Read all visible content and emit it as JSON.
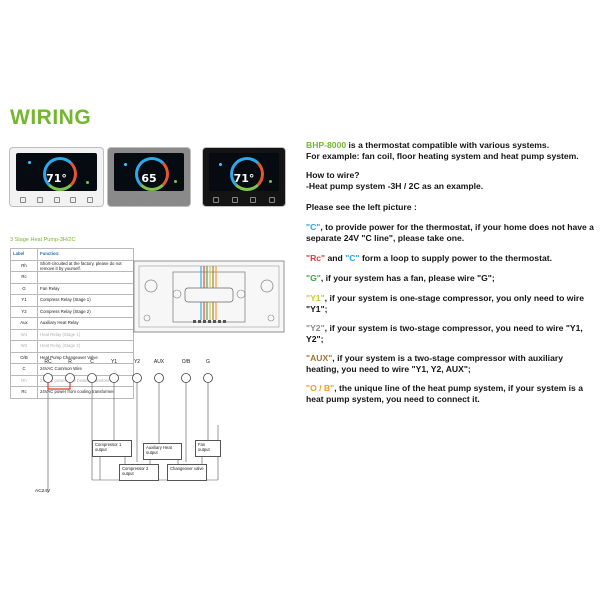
{
  "title": "WIRING",
  "thermostats": [
    {
      "temp": "71°",
      "frame": "white"
    },
    {
      "temp": "65",
      "frame": "gray"
    },
    {
      "temp": "71°",
      "frame": "black"
    }
  ],
  "subtitle": "3 Stage Heat Pump-3H/2C",
  "terminal_table": {
    "headers": [
      "Label",
      "Function:"
    ],
    "rows": [
      {
        "label": "Rh",
        "function": "Short-circuited at the factory, please do not remove it by yourself.",
        "dim": false
      },
      {
        "label": "Rc",
        "function": "",
        "dim": false
      },
      {
        "label": "G",
        "function": "Fan Relay",
        "dim": false
      },
      {
        "label": "Y1",
        "function": "Compress Relay (Stage 1)",
        "dim": false
      },
      {
        "label": "Y2",
        "function": "Compress Relay (Stage 2)",
        "dim": false
      },
      {
        "label": "Aux",
        "function": "Auxiliary Heat Relay",
        "dim": false
      },
      {
        "label": "W1",
        "function": "Heat Relay (Stage 1)",
        "dim": true
      },
      {
        "label": "W2",
        "function": "Heat Relay (Stage 2)",
        "dim": true
      },
      {
        "label": "O/B",
        "function": "Heat Pump Changeover Valve",
        "dim": false
      },
      {
        "label": "C",
        "function": "24VAC Common Wire",
        "dim": false
      },
      {
        "label": "Rh",
        "function": "24VAC power from heating transformer",
        "dim": true
      },
      {
        "label": "Rc",
        "function": "24VAC power from cooling transformer",
        "dim": false
      }
    ]
  },
  "schematic": {
    "terminals": [
      "RC",
      "R",
      "C",
      "Y1",
      "Y2",
      "AUX",
      "O/B",
      "G"
    ],
    "boxes": {
      "compressor1": "Compressor 1 output",
      "aux_heat": "Auxiliary Heat output",
      "fan": "Fan output",
      "compressor2": "Compressor 2 output",
      "changeover": "Changeover valve"
    },
    "ac_label": "AC24V"
  },
  "description": {
    "intro_model": "BHP-8000",
    "intro_rest": " is a thermostat compatible with various systems.",
    "intro_line2": "For example: fan coil, floor heating system and heat pump system.",
    "how_q": "How to wire?",
    "how_a": "-Heat pump system -3H / 2C as an example.",
    "see": "Please see the left picture :",
    "c_term": "\"C\"",
    "c_text": ", to provide power for the thermostat, if your home does not have a separate 24V \"C line\", please take one.",
    "rc_term": "\"Rc\"",
    "rc_mid": " and ",
    "rc_term2": "\"C\"",
    "rc_text": " form a loop to supply power to the thermostat.",
    "g_term": "\"G\"",
    "g_text": ", if your system has a fan, please wire \"G\";",
    "y1_term": "\"Y1\"",
    "y1_text": ", if your system is one-stage compressor, you only need to wire \"Y1\";",
    "y2_term": "\"Y2\"",
    "y2_text": ", if your system is two-stage compressor, you need to wire \"Y1, Y2\";",
    "aux_term": "\"AUX\"",
    "aux_text": ", if your system is a two-stage compressor with auxiliary heating, you need to wire \"Y1, Y2, AUX\";",
    "ob_term": "\"O / B\"",
    "ob_text": ", the unique line of the heat pump system, if your system is a heat pump system, you need to connect it."
  },
  "colors": {
    "accent_green": "#74b72e",
    "c_blue": "#2aa5e2",
    "rc_red": "#e23b2e",
    "g_green": "#3fa640",
    "y1_yellow": "#c9c83a",
    "y2_gray": "#8c8c8c",
    "aux_brown": "#a4742e",
    "ob_orange": "#f29a1c"
  }
}
